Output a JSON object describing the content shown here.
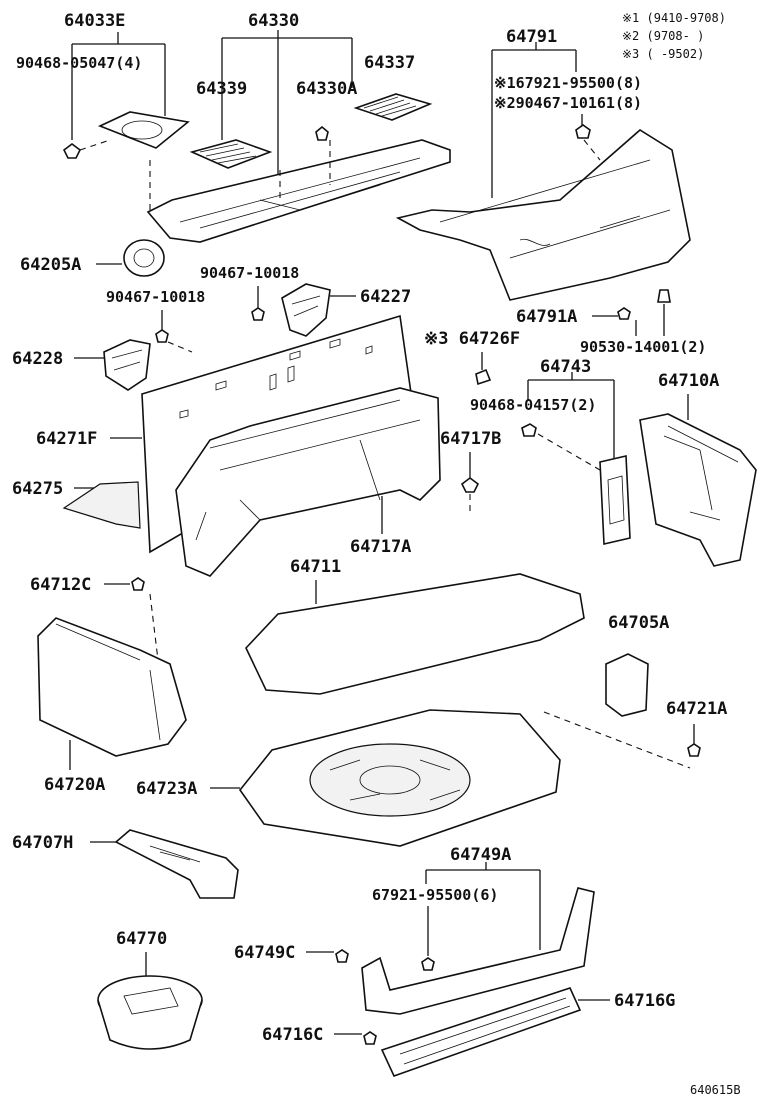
{
  "legend": {
    "note1": "※1 (9410-9708)",
    "note2": "※2 (9708-      )",
    "note3": "※3 (      -9502)"
  },
  "labels": {
    "p64033E": "64033E",
    "p90468_05047": "90468-05047(4)",
    "p64330": "64330",
    "p64339": "64339",
    "p64330A": "64330A",
    "p64337": "64337",
    "p64791": "64791",
    "p67921_95500_8": "※167921-95500(8)",
    "p90467_10161": "※290467-10161(8)",
    "p64205A": "64205A",
    "p90467_10018_a": "90467-10018",
    "p90467_10018_b": "90467-10018",
    "p64227": "64227",
    "p64228": "64228",
    "p64791A": "64791A",
    "p90530_14001": "90530-14001(2)",
    "p64726F": "※3 64726F",
    "p64743": "64743",
    "p64710A": "64710A",
    "p90468_04157": "90468-04157(2)",
    "p64271F": "64271F",
    "p64717B": "64717B",
    "p64275": "64275",
    "p64717A": "64717A",
    "p64711": "64711",
    "p64712C": "64712C",
    "p64705A": "64705A",
    "p64721A": "64721A",
    "p64720A": "64720A",
    "p64723A": "64723A",
    "p64707H": "64707H",
    "p64749A": "64749A",
    "p67921_95500_6": "67921-95500(6)",
    "p64770": "64770",
    "p64749C": "64749C",
    "p64716G": "64716G",
    "p64716C": "64716C",
    "figure_code": "640615B"
  }
}
